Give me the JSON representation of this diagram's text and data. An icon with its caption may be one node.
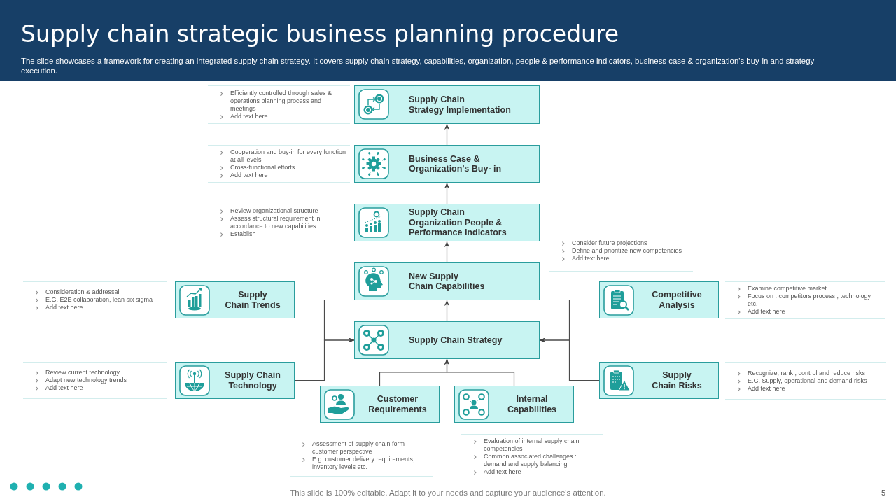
{
  "diagram": {
    "title": "Supply chain strategic business planning procedure",
    "nodes": [
      {
        "text": [
          "Supply Chain Strategy Implementation"
        ],
        "beside": [
          "Efficiently controlled through sales & operations planning process and meetings",
          "Add text here"
        ]
      },
      {
        "text": [
          "Business Case & Organization's Buy- in"
        ],
        "beside": [
          "Cooperation and buy-in for every function at all levels",
          "Cross-functional efforts",
          "Add text here"
        ]
      },
      {
        "text": [
          "Supply Chain Organization People & Performance Indicators"
        ],
        "beside": [
          "Review organizational structure",
          "Assess structural requirement in accordance to new capabilities",
          "Establish"
        ]
      },
      {
        "text": [
          "New Supply Chain Capabilities"
        ],
        "beside": [
          "Consider future projections",
          "Define and prioritize new competencies",
          "Add text here"
        ]
      },
      {
        "text": [
          "Supply Chain Strategy"
        ]
      },
      {
        "text": [
          "Supply Chain Trends"
        ],
        "beside": [
          "Consideration & addressal",
          "E.G. E2E collaboration, lean six sigma",
          "Add text here"
        ]
      },
      {
        "text": [
          "Supply Chain Technology"
        ],
        "beside": [
          "Review current technology",
          "Adapt new technology trends",
          "Add text here"
        ]
      },
      {
        "text": [
          "Customer Requirements"
        ],
        "beside": [
          "Assessment of supply chain form customer perspective",
          "E.g. customer delivery requirements, inventory levels etc."
        ]
      },
      {
        "text": [
          "Internal Capabilities"
        ],
        "beside": [
          "Evaluation of internal supply chain competencies",
          "Common associated challenges : demand and supply balancing",
          "Add text here"
        ]
      },
      {
        "text": [
          "Competitive Analysis"
        ],
        "beside": [
          "Examine competitive market",
          "Focus on : competitors process , technology etc.",
          "Add text here"
        ]
      },
      {
        "text": [
          "Supply Chain Risks"
        ],
        "beside": [
          "Recognize, rank , control and reduce risks",
          "E.G. Supply, operational and demand risks",
          "Add text here"
        ]
      }
    ],
    "edges": [
      {
        "from": 1,
        "to": 0,
        "arrow": "to"
      },
      {
        "from": 2,
        "to": 1,
        "arrow": "to"
      },
      {
        "from": 3,
        "to": 2,
        "arrow": "to"
      },
      {
        "from": 4,
        "to": 3,
        "arrow": "to"
      },
      {
        "from": 5,
        "to": 4,
        "arrow": "to"
      },
      {
        "from": 6,
        "to": 4,
        "arrow": "to"
      },
      {
        "from": 7,
        "to": 4,
        "arrow": "to"
      },
      {
        "from": 8,
        "to": 4,
        "arrow": "to"
      },
      {
        "from": 9,
        "to": 4,
        "arrow": "to"
      },
      {
        "from": 10,
        "to": 4,
        "arrow": "to"
      }
    ],
    "labels": [
      "The slide showcases a framework for creating an integrated supply chain strategy. It covers supply chain strategy, capabilities, organization, people & performance indicators, business case & organization's buy-in and strategy execution.",
      "This slide is 100% editable. Adapt it to your needs and capture your audience's attention.",
      "5"
    ]
  }
}
